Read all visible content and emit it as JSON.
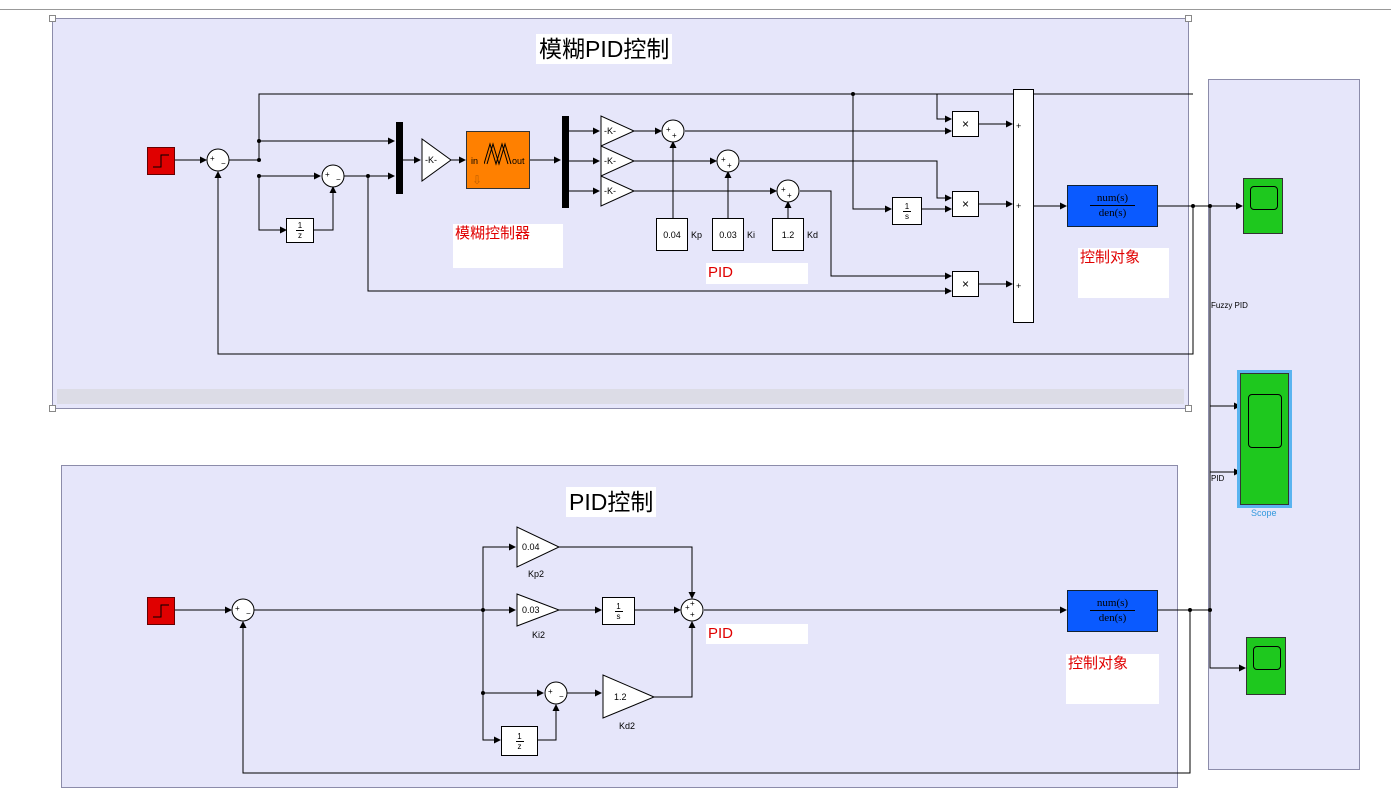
{
  "fuzzy_area": {
    "title": "模糊PID控制",
    "fuzzy_label": "模糊控制器",
    "pid_label": "PID",
    "plant_label": "控制对象",
    "gain_main": "-K-",
    "gain_kp": "-K-",
    "gain_ki": "-K-",
    "gain_kd": "-K-",
    "const_kp": {
      "value": "0.04",
      "name": "Kp"
    },
    "const_ki": {
      "value": "0.03",
      "name": "Ki"
    },
    "const_kd": {
      "value": "1.2",
      "name": "Kd"
    },
    "fuzzy_in": "in",
    "fuzzy_out": "out",
    "product_symbol": "×",
    "delay_num": "1",
    "delay_den": "z",
    "integ_num": "1",
    "integ_den": "s"
  },
  "pid_area": {
    "title": "PID控制",
    "pid_label": "PID",
    "plant_label": "控制对象",
    "kp2": {
      "value": "0.04",
      "name": "Kp2"
    },
    "ki2": {
      "value": "0.03",
      "name": "Ki2"
    },
    "kd2": {
      "value": "1.2",
      "name": "Kd2"
    },
    "integ_num": "1",
    "integ_den": "s",
    "delay_num": "1",
    "delay_den": "z"
  },
  "transfer_fn": {
    "num": "num(s)",
    "den": "den(s)"
  },
  "signal_labels": {
    "fuzzy": "Fuzzy PID",
    "pid": "PID"
  },
  "scope": {
    "name": "Scope"
  },
  "colors": {
    "area_bg": "#e6e6fa",
    "step": "#e00000",
    "fuzzy_block": "#ff8000",
    "transfer_fn": "#0a5aff",
    "scope": "#1ec81e",
    "annotation_text": "#e00000",
    "selection": "#3399dd"
  }
}
